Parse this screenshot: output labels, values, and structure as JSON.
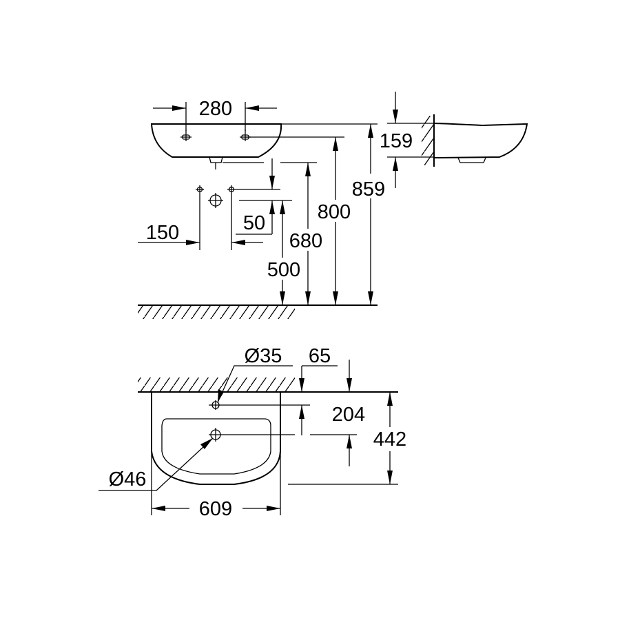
{
  "front_view": {
    "dim_tap_spacing": "280",
    "dim_supply_spacing": "150",
    "dim_supply_offset": "50",
    "dim_waste_height": "500",
    "dim_drain_height": "680",
    "dim_fixing_height": "800",
    "dim_rim_height": "859"
  },
  "side_view": {
    "dim_basin_height": "159"
  },
  "top_view": {
    "dim_tap_hole_dia": "Ø35",
    "dim_drain_dia": "Ø46",
    "dim_tap_hole_depth": "65",
    "dim_drain_offset": "204",
    "dim_projection": "442",
    "dim_width": "609"
  },
  "colors": {
    "line": "#000000",
    "background": "#ffffff"
  }
}
